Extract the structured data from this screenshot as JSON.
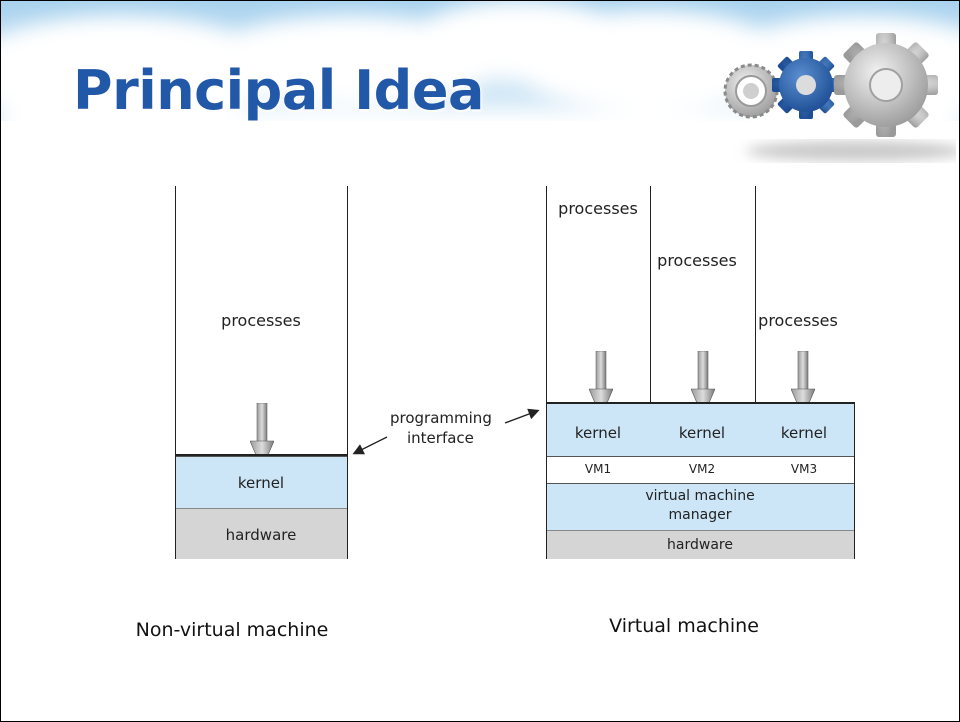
{
  "slide": {
    "title": "Principal Idea"
  },
  "non_virtual": {
    "processes_label": "processes",
    "kernel_label": "kernel",
    "hardware_label": "hardware",
    "caption": "Non-virtual machine"
  },
  "interface": {
    "label_line1": "programming",
    "label_line2": "interface"
  },
  "virtual": {
    "processes_labels": [
      "processes",
      "processes",
      "processes"
    ],
    "kernel_labels": [
      "kernel",
      "kernel",
      "kernel"
    ],
    "vm_labels": [
      "VM1",
      "VM2",
      "VM3"
    ],
    "vmm_line1": "virtual machine",
    "vmm_line2": "manager",
    "hardware_label": "hardware",
    "caption": "Virtual machine"
  },
  "colors": {
    "title": "#2258a8",
    "kernel_fill": "#cde6f7",
    "hardware_fill": "#d5d5d5"
  }
}
